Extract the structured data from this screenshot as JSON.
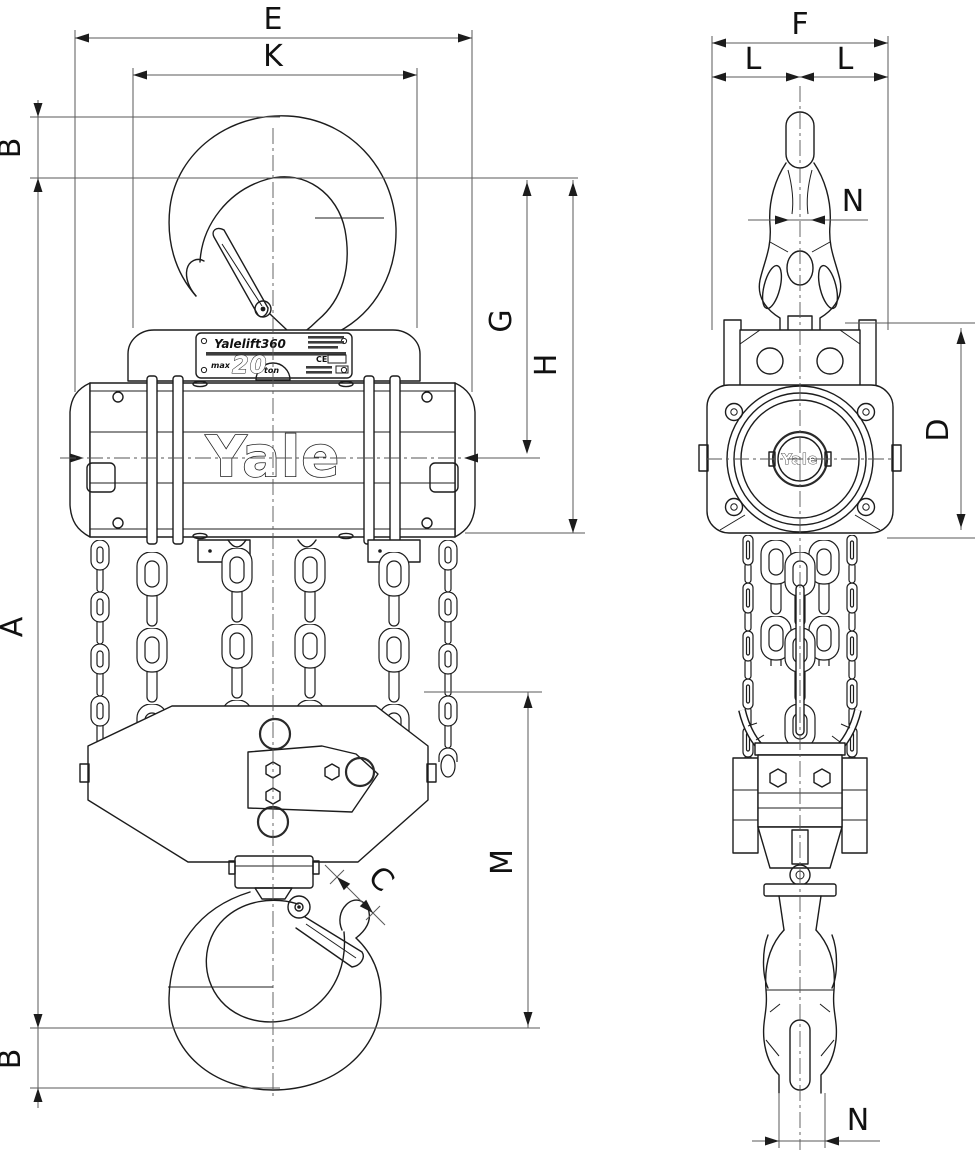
{
  "palette": {
    "ink": "#1c1c1c",
    "dim_line": "#5a5a5a",
    "paper": "#ffffff"
  },
  "dimensions": {
    "E": "E",
    "K": "K",
    "B_top": "B",
    "A": "A",
    "B_bottom": "B",
    "C": "C",
    "G": "G",
    "H": "H",
    "M": "M",
    "F": "F",
    "L_left": "L",
    "L_right": "L",
    "N_top": "N",
    "D": "D",
    "N_bottom": "N"
  },
  "branding": {
    "body_logo": "Yale",
    "hub_logo": "Yale",
    "plate_brand": "Yalelift360",
    "plate_capacity_prefix": "max",
    "plate_capacity": "20",
    "plate_capacity_unit": "ton",
    "plate_ce": "CE"
  }
}
